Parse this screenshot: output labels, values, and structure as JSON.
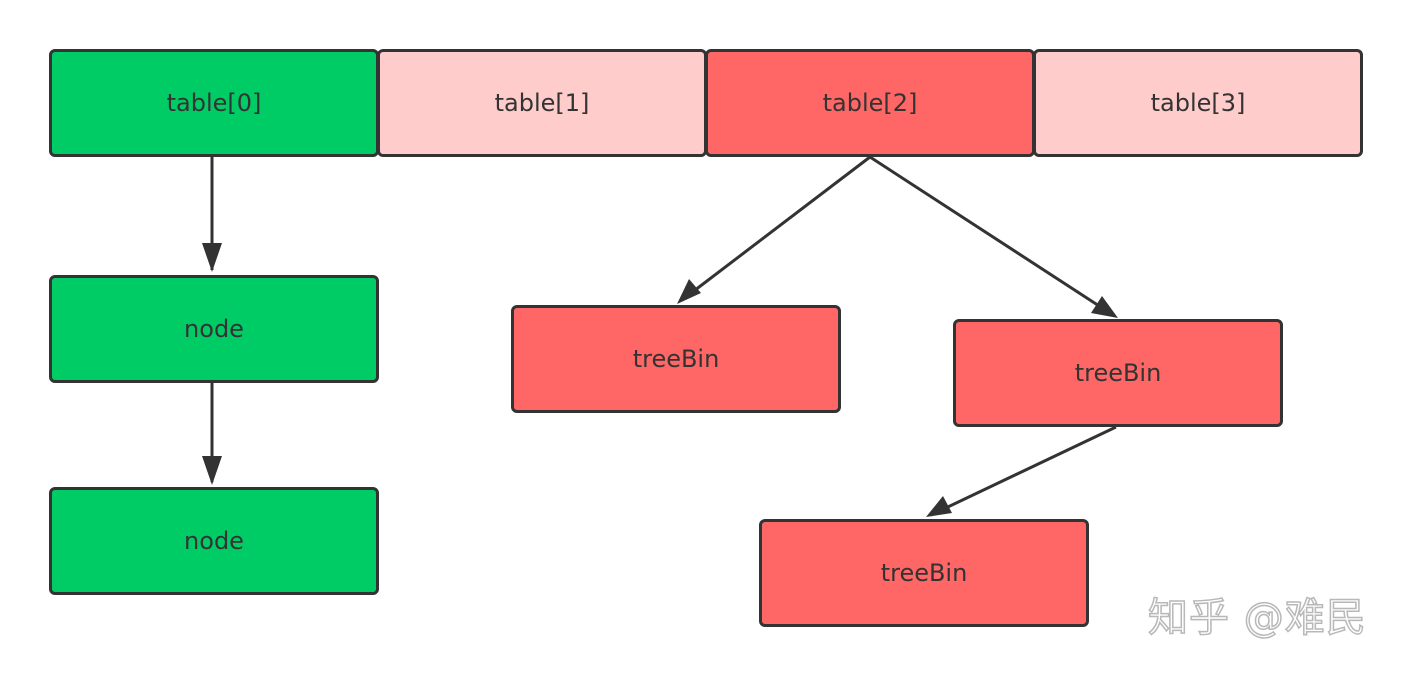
{
  "nodes": {
    "table0": "table[0]",
    "table1": "table[1]",
    "table2": "table[2]",
    "table3": "table[3]",
    "node1": "node",
    "node2": "node",
    "tree1": "treeBin",
    "tree2": "treeBin",
    "tree3": "treeBin"
  },
  "colors": {
    "green": "#00CC66",
    "pink": "#FFCCCC",
    "red": "#FF6666",
    "border": "#333333"
  },
  "edges": [
    {
      "from": "table0",
      "to": "node1"
    },
    {
      "from": "node1",
      "to": "node2"
    },
    {
      "from": "table2",
      "to": "tree1"
    },
    {
      "from": "table2",
      "to": "tree2"
    },
    {
      "from": "tree2",
      "to": "tree3"
    }
  ],
  "watermark": "知乎 @难民"
}
